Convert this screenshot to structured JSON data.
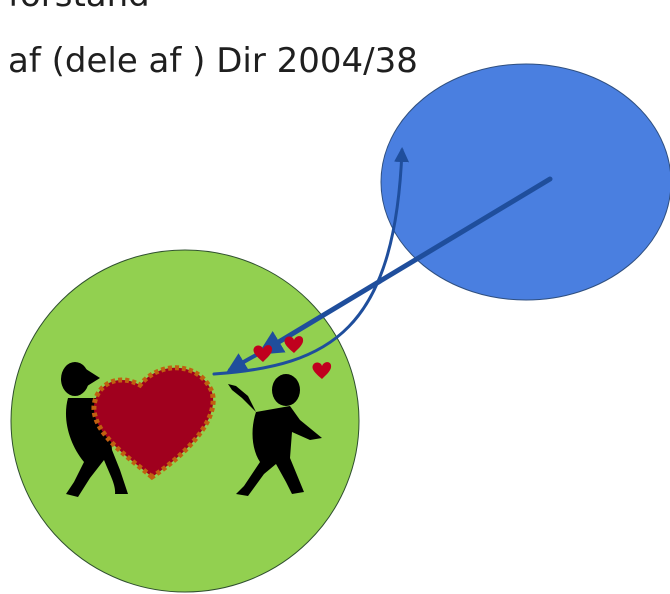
{
  "text": {
    "line_1": "forstand",
    "line_2": "af (dele af ) Dir 2004/38"
  },
  "colors": {
    "text": "#1f1f1f",
    "blue_circle": "#4a7fe0",
    "green_circle": "#92d050",
    "arrow": "#1f4e9c",
    "heart": "#a0001e",
    "heart_lace": "#c06010",
    "figures": "#000000"
  },
  "icons": [
    "couple-with-heart-clipart",
    "small-heart-icon"
  ]
}
